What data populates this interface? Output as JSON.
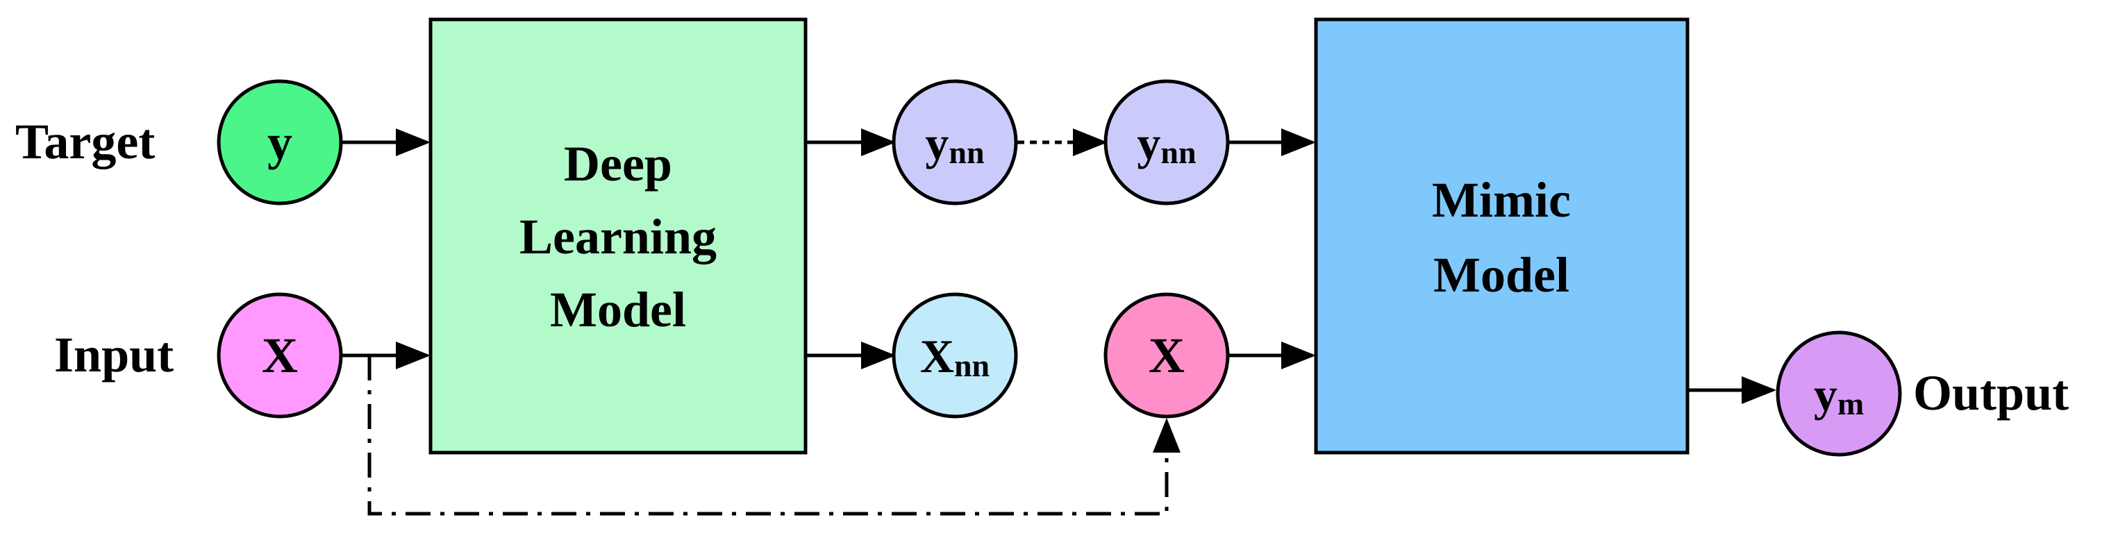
{
  "labels": {
    "target": "Target",
    "input": "Input",
    "output": "Output"
  },
  "nodes": {
    "target_y": {
      "text": "y",
      "sub": "",
      "fill": "#4CF58A"
    },
    "input_x": {
      "text": "X",
      "sub": "",
      "fill": "#FF99FF"
    },
    "ynn_1": {
      "text": "y",
      "sub": "nn",
      "fill": "#CBCBFB"
    },
    "ynn_2": {
      "text": "y",
      "sub": "nn",
      "fill": "#CBCBFB"
    },
    "xnn": {
      "text": "X",
      "sub": "nn",
      "fill": "#C1EAFB"
    },
    "x_copy": {
      "text": "X",
      "sub": "",
      "fill": "#FF8FC8"
    },
    "ym": {
      "text": "y",
      "sub": "m",
      "fill": "#D89BF5"
    }
  },
  "boxes": {
    "deep_learning": {
      "lines": [
        "Deep",
        "Learning",
        "Model"
      ],
      "fill": "#B2FACA"
    },
    "mimic": {
      "lines": [
        "Mimic",
        "Model"
      ],
      "fill": "#7FC8FB"
    }
  }
}
